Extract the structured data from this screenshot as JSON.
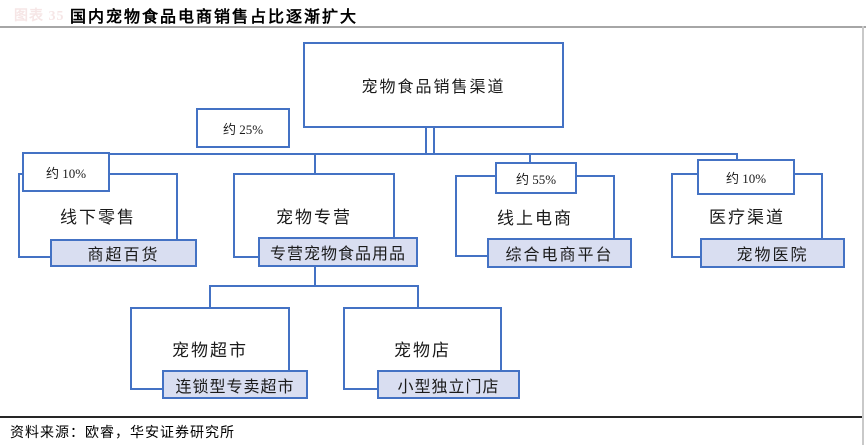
{
  "header": {
    "figure_label": "图表 35",
    "title": "国内宠物食品电商销售占比逐渐扩大"
  },
  "footer": {
    "source": "资料来源：欧睿，华安证券研究所"
  },
  "colors": {
    "box_border": "#4472C4",
    "box_fill_light": "#D9DEF1",
    "line_gray": "#A6A6A6",
    "line_gray_light": "#C9C9C9",
    "line_dark": "#262626"
  },
  "diagram": {
    "root": {
      "label": "宠物食品销售渠道"
    },
    "branches": [
      {
        "label": "线下零售",
        "share": "约 10%",
        "sub": "商超百货"
      },
      {
        "label": "宠物专营",
        "share": "约 25%",
        "sub": "专营宠物食品用品",
        "children": [
          {
            "label": "宠物超市",
            "sub": "连锁型专卖超市"
          },
          {
            "label": "宠物店",
            "sub": "小型独立门店"
          }
        ]
      },
      {
        "label": "线上电商",
        "share": "约 55%",
        "sub": "综合电商平台"
      },
      {
        "label": "医疗渠道",
        "share": "约 10%",
        "sub": "宠物医院"
      }
    ]
  }
}
